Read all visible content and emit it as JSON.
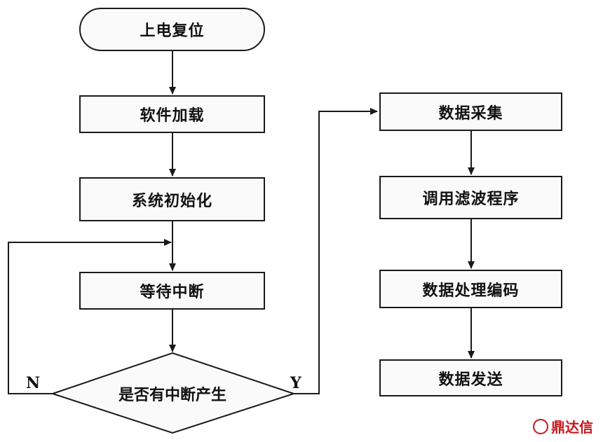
{
  "nodes": {
    "start": "上电复位",
    "load": "软件加载",
    "init": "系统初始化",
    "wait": "等待中断",
    "decision": "是否有中断产生",
    "collect": "数据采集",
    "filter": "调用滤波程序",
    "encode": "数据处理编码",
    "send": "数据发送"
  },
  "branches": {
    "no": "N",
    "yes": "Y"
  },
  "watermark": {
    "text": "鼎达信",
    "color": "#c8161d"
  },
  "colors": {
    "line": "#1a1a1a",
    "box_fill": "#fafafa"
  }
}
